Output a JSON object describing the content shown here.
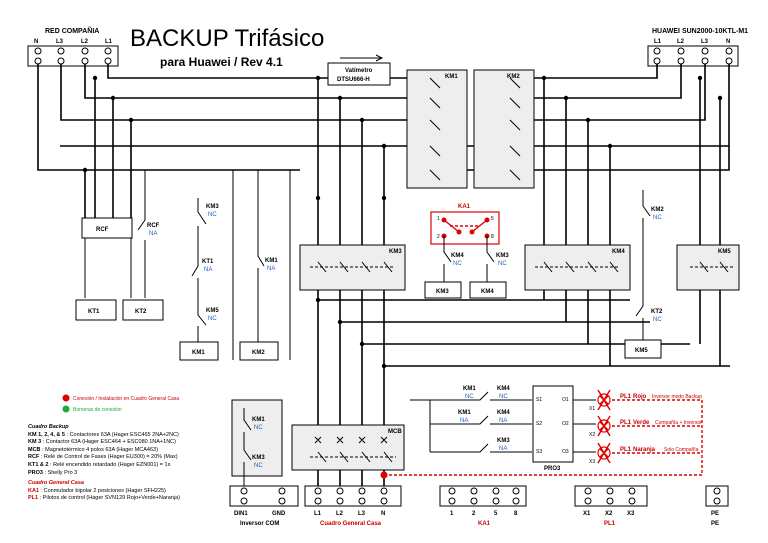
{
  "title": "BACKUP Trifásico",
  "subtitle": "para Huawei / Rev 4.1",
  "red_compania": {
    "label": "RED COMPAÑIA",
    "terminals": [
      "N",
      "L3",
      "L2",
      "L1"
    ]
  },
  "huawei": {
    "label": "HUAWEI SUN2000-10KTL-M1",
    "terminals": [
      "L1",
      "L2",
      "L3",
      "N"
    ]
  },
  "vatimetro": {
    "label": "Vatímetro",
    "model": "DTSU666-H"
  },
  "components": {
    "km1": "KM1",
    "km2": "KM2",
    "km3": "KM3",
    "km4": "KM4",
    "km5": "KM5",
    "rcf": "RCF",
    "kt1": "KT1",
    "kt2": "KT2",
    "ka1": "KA1",
    "pro3": "PRO3",
    "mcb": "MCB"
  },
  "contacts": {
    "rcf_na": "RCF",
    "na": "NA",
    "nc": "NC",
    "km3_nc": "KM3",
    "kt1_na": "KT1",
    "km5_nc": "KM5",
    "km1_na": "KM1",
    "km4_nc": "KM4",
    "km3b_nc": "KM3",
    "km2_nc": "KM2",
    "kt2_nc": "KT2",
    "ka1_pins": [
      "1",
      "5",
      "2",
      "8"
    ]
  },
  "inversor": {
    "km1": "KM1",
    "km3": "KM3",
    "terminals": [
      "DIN1",
      "GND"
    ],
    "label": "Inversor COM"
  },
  "cuadro_terminals": {
    "terminals": [
      "L1",
      "L2",
      "L3",
      "N"
    ],
    "label": "Cuadro General Casa"
  },
  "ka1_terminals": {
    "terminals": [
      "1",
      "2",
      "5",
      "8"
    ],
    "label": "KA1"
  },
  "pl1_terminals": {
    "terminals": [
      "X1",
      "X2",
      "X3"
    ],
    "label": "PL1"
  },
  "pe_terminal": {
    "terminal": "PE",
    "label": "PE"
  },
  "pro3_block": {
    "s1": "S1",
    "o1": "O1",
    "s2": "S2",
    "o2": "O2",
    "s3": "S3",
    "o3": "O3",
    "bottom": "PRO3"
  },
  "pro3_contacts": {
    "km1a": "KM1",
    "km4a": "KM4",
    "km1b": "KM1",
    "km4b": "KM4",
    "km3": "KM3"
  },
  "lamps": [
    {
      "label": "PL1",
      "color_word": "Rojo",
      "note": "Inversor modo Backup",
      "x": "X1"
    },
    {
      "label": "PL1",
      "color_word": "Verde",
      "note": "Compañía + Inversor",
      "x": "X2"
    },
    {
      "label": "PL1",
      "color_word": "Naranja",
      "note": "Solo Compañía",
      "x": "X3"
    }
  ],
  "dot_legend": {
    "red": "Conexión / Instalación en Cuadro General Casa",
    "green": "Borneras de conexión"
  },
  "legend": {
    "backup_title": "Cuadro Backup",
    "lines": [
      {
        "key": "KM 1, 2, 4, & 5",
        "text": ": Contactores 63A (Hager ESC465 2NA+2NC)"
      },
      {
        "key": "KM 3",
        "text": ": Contactor 63A (Hager ESC464 + ESC080 1NA+1NC)"
      },
      {
        "key": "MCB",
        "text": ": Magnetotérmico 4 polos 63A (Hager MCA463)"
      },
      {
        "key": "RCF",
        "text": ": Relé de Control de Fases (Hager EU300) = 20% (Max)"
      },
      {
        "key": "KT1 & 2",
        "text": ": Relé encendido retardado (Hager EZN001) = 1s"
      },
      {
        "key": "PRO3",
        "text": ": Shelly Pro 3"
      }
    ],
    "casa_title": "Cuadro General Casa",
    "casa_lines": [
      {
        "key": "KA1",
        "text": ": Conmutador bipolar 2 posiciones (Hager SFH225)"
      },
      {
        "key": "PL1",
        "text": ": Pilotos de control (Hager SVN129 Rojo+Verde+Naranja)"
      }
    ]
  },
  "colors": {
    "red": "#e00000",
    "green": "#1faa3a",
    "blue": "#1f5fbf",
    "black": "#000000"
  }
}
